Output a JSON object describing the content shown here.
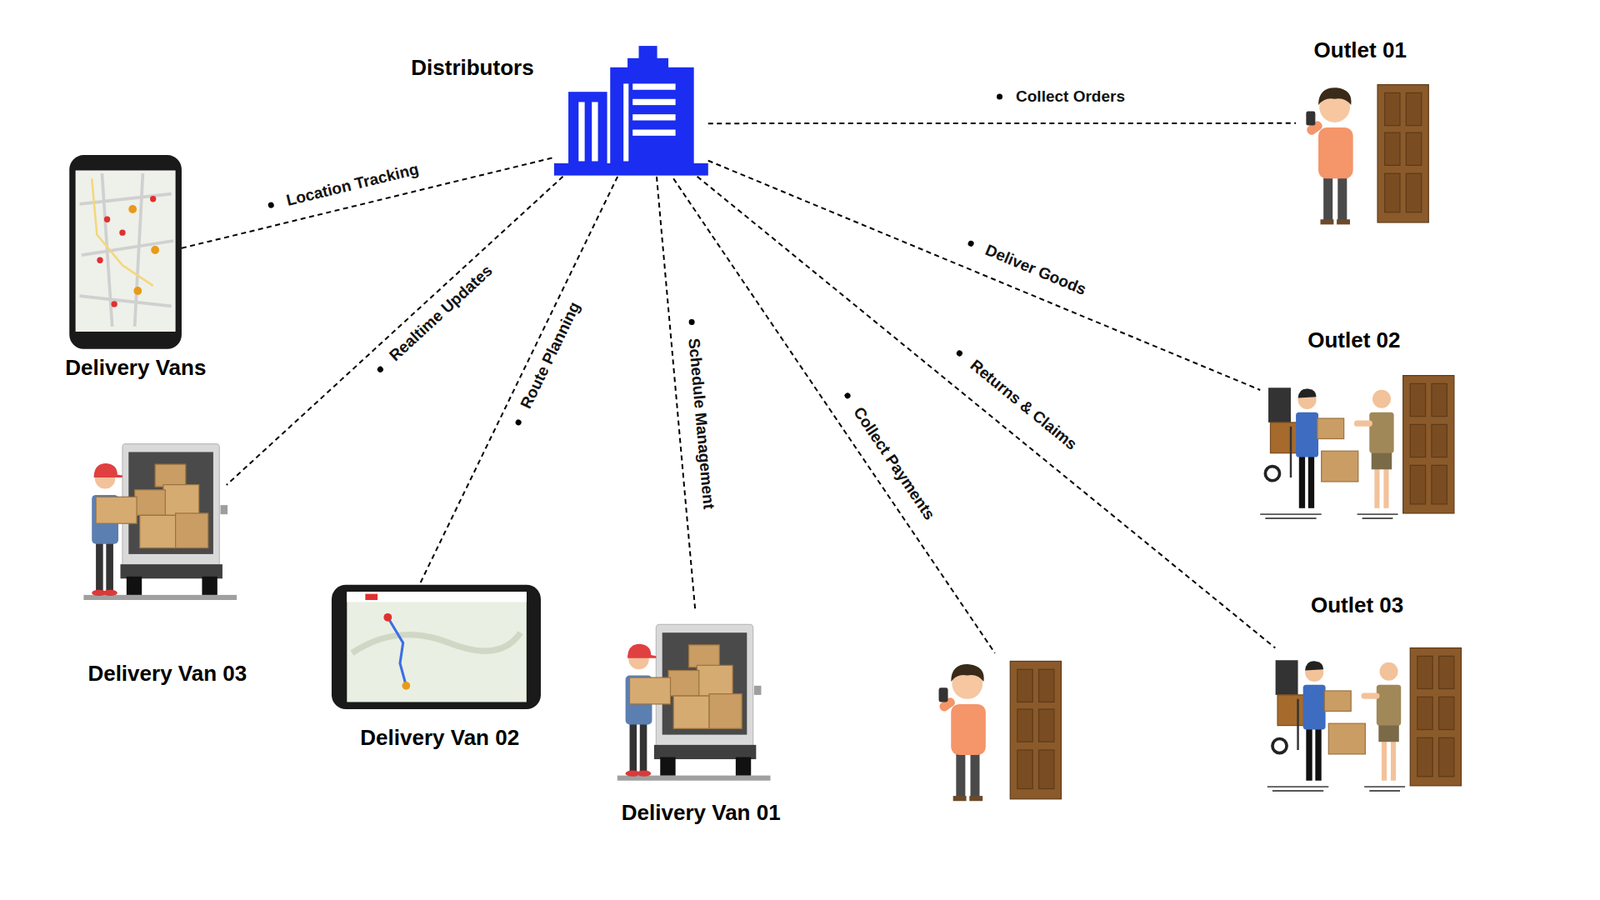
{
  "diagram": {
    "nodes": [
      {
        "text": [
          "Distributors"
        ]
      },
      {
        "text": [
          "Outlet 01"
        ]
      },
      {
        "text": [
          "Delivery Vans"
        ]
      },
      {
        "text": [
          "Outlet 02"
        ]
      },
      {
        "text": [
          "Outlet 03"
        ]
      },
      {
        "text": [
          "Delivery Van 03"
        ]
      },
      {
        "text": [
          "Delivery Van 02"
        ]
      },
      {
        "text": [
          "Delivery Van 01"
        ]
      }
    ],
    "edges": [
      {
        "from": 0,
        "to": 1,
        "label": "Collect Orders",
        "arrow": "none"
      },
      {
        "from": 0,
        "to": 2,
        "label": "Location Tracking",
        "arrow": "none"
      },
      {
        "from": 0,
        "to": 5,
        "label": "Realtime Updates",
        "arrow": "none"
      },
      {
        "from": 0,
        "to": 6,
        "label": "Route Planning",
        "arrow": "none"
      },
      {
        "from": 0,
        "to": 7,
        "label": "Schedule Management",
        "arrow": "none"
      },
      {
        "from": 0,
        "to": 3,
        "label": "Deliver Goods",
        "arrow": "none"
      },
      {
        "from": 0,
        "to": 4,
        "label": "Returns & Claims",
        "arrow": "none"
      }
    ],
    "labels": [
      "Collect Payments"
    ]
  }
}
